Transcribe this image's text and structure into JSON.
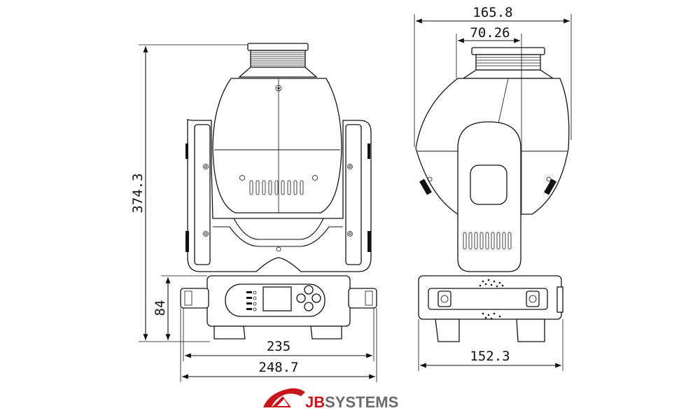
{
  "dimensions": {
    "total_height": "374.3",
    "base_height": "84",
    "base_width": "235",
    "front_total_width": "248.7",
    "side_total_width": "165.8",
    "side_top_width": "70.26",
    "side_base_width": "152.3"
  },
  "brand": {
    "prefix": "JB",
    "suffix": "SYSTEMS",
    "color_red": "#c8161d",
    "color_grey": "#6b6b6b"
  }
}
